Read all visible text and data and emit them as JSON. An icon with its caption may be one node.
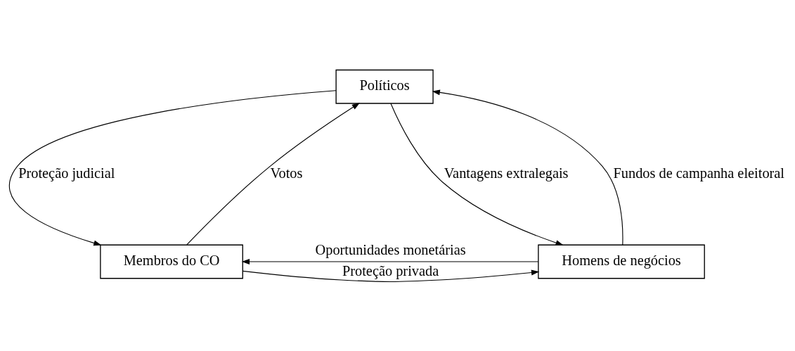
{
  "diagram": {
    "nodes": [
      {
        "text": [
          "Políticos"
        ]
      },
      {
        "text": [
          "Membros do CO"
        ]
      },
      {
        "text": [
          "Homens de negócios"
        ]
      }
    ],
    "edges": [
      {
        "from": 0,
        "to": 1,
        "arrow": "to",
        "label": "Proteção judicial"
      },
      {
        "from": 1,
        "to": 0,
        "arrow": "to",
        "label": "Votos"
      },
      {
        "from": 0,
        "to": 2,
        "arrow": "to",
        "label": "Vantagens extralegais"
      },
      {
        "from": 2,
        "to": 0,
        "arrow": "to",
        "label": "Fundos de campanha eleitoral"
      },
      {
        "from": 2,
        "to": 1,
        "arrow": "to",
        "label": "Oportunidades monetárias"
      },
      {
        "from": 1,
        "to": 2,
        "arrow": "to",
        "label": "Proteção privada"
      }
    ]
  }
}
